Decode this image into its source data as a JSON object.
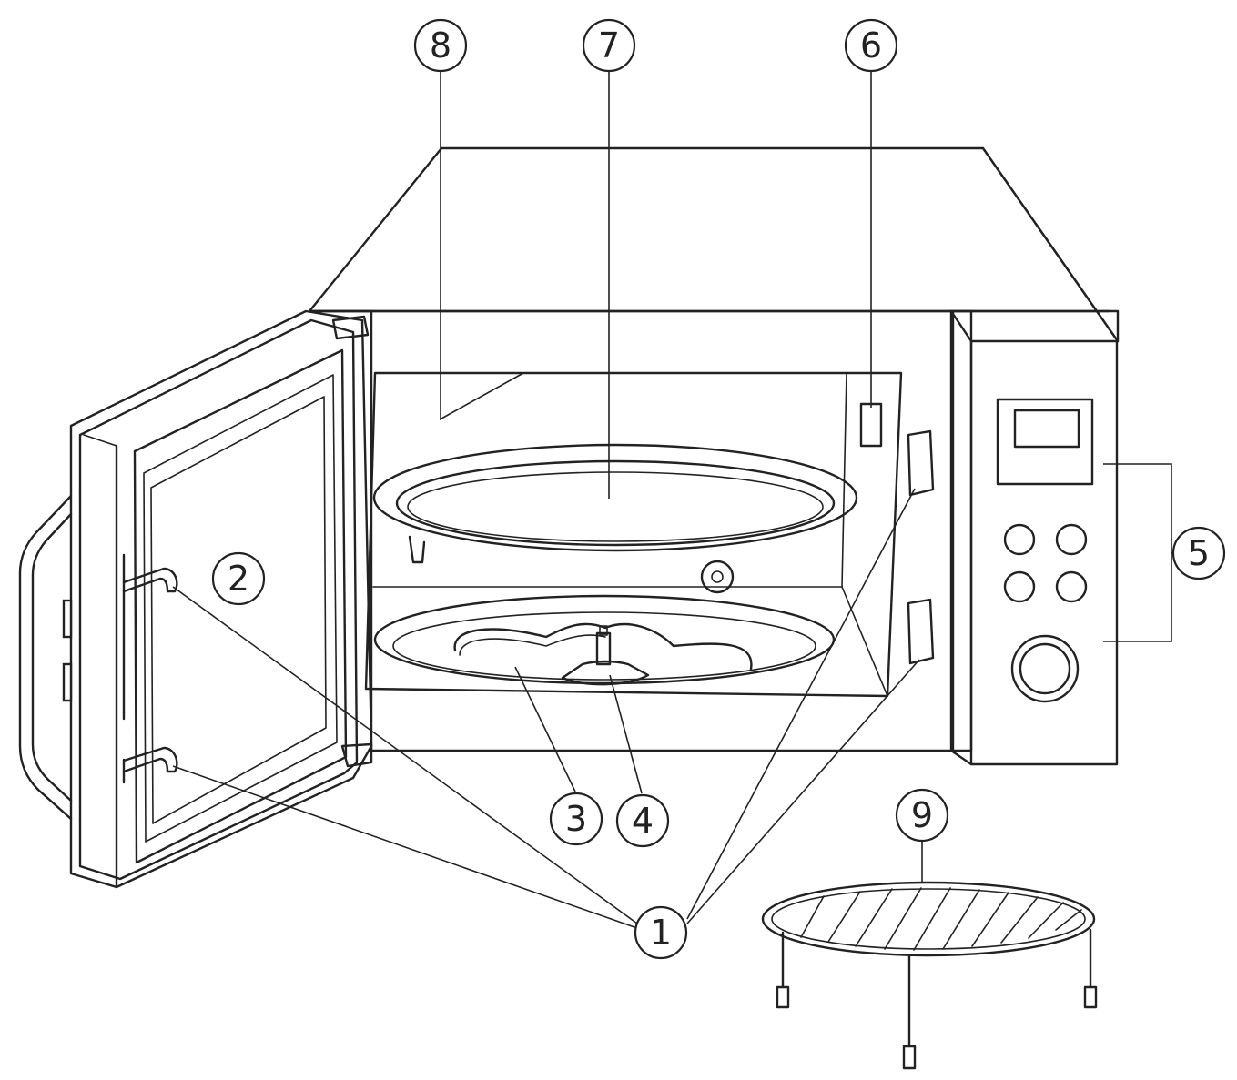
{
  "callouts": [
    {
      "id": "c1",
      "label": "1"
    },
    {
      "id": "c2",
      "label": "2"
    },
    {
      "id": "c3",
      "label": "3"
    },
    {
      "id": "c4",
      "label": "4"
    },
    {
      "id": "c5",
      "label": "5"
    },
    {
      "id": "c6",
      "label": "6"
    },
    {
      "id": "c7",
      "label": "7"
    },
    {
      "id": "c8",
      "label": "8"
    },
    {
      "id": "c9",
      "label": "9"
    }
  ],
  "colors": {
    "line": "#222222",
    "background": "#ffffff"
  }
}
